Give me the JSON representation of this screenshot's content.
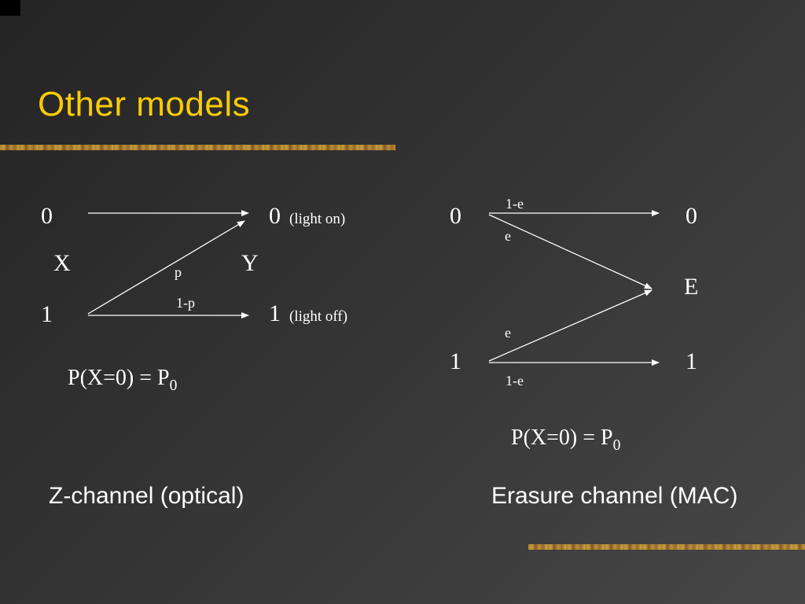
{
  "title": "Other models",
  "z_channel": {
    "input_0": "0",
    "input_1": "1",
    "input_label": "X",
    "output_0": "0",
    "output_0_note": "(light on)",
    "output_1": "1",
    "output_1_note": "(light off)",
    "output_label": "Y",
    "edge_p": "p",
    "edge_1p": "1-p",
    "prob_formula": "P(X=0) = P",
    "prob_sub": "0",
    "caption": "Z-channel (optical)"
  },
  "erasure_channel": {
    "input_0": "0",
    "input_1": "1",
    "output_0": "0",
    "output_e": "E",
    "output_1": "1",
    "edge_top_1e": "1-e",
    "edge_top_e": "e",
    "edge_bottom_e": "e",
    "edge_bottom_1e": "1-e",
    "prob_formula": "P(X=0) = P",
    "prob_sub": "0",
    "caption": "Erasure channel (MAC)"
  }
}
